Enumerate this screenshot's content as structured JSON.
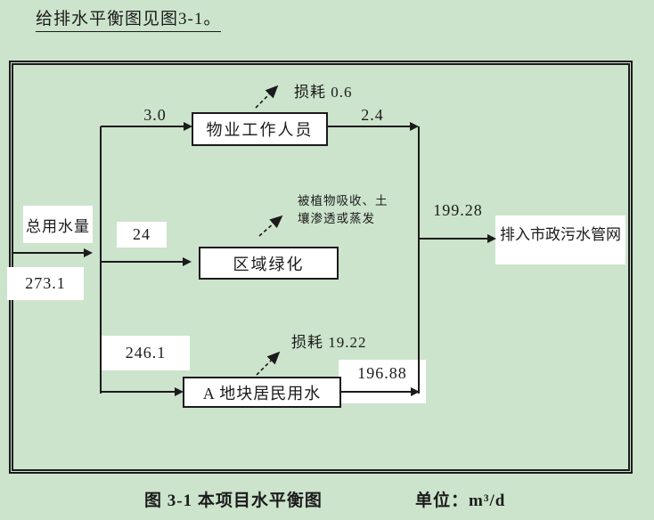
{
  "page": {
    "intro_text": "给排水平衡图见图3-1。",
    "caption": {
      "title": "图 3-1 本项目水平衡图",
      "unit": "单位：m³/d"
    }
  },
  "colors": {
    "background": "#cce3cc",
    "line": "#1b1b1b",
    "box_fill": "#ffffff"
  },
  "diagram": {
    "total": {
      "label": "总用水量",
      "value": "273.1"
    },
    "branches": [
      {
        "flow_in": "3.0",
        "node": "物业工作人员",
        "loss": "损耗 0.6",
        "flow_out": "2.4"
      },
      {
        "flow_in": "24",
        "node": "区域绿化",
        "loss": "被植物吸收、土\n壤渗透或蒸发"
      },
      {
        "flow_in": "246.1",
        "node": "A 地块居民用水",
        "loss": "损耗 19.22",
        "flow_out": "196.88"
      }
    ],
    "discharge": {
      "value": "199.28",
      "label": "排入市政污水管网"
    }
  }
}
